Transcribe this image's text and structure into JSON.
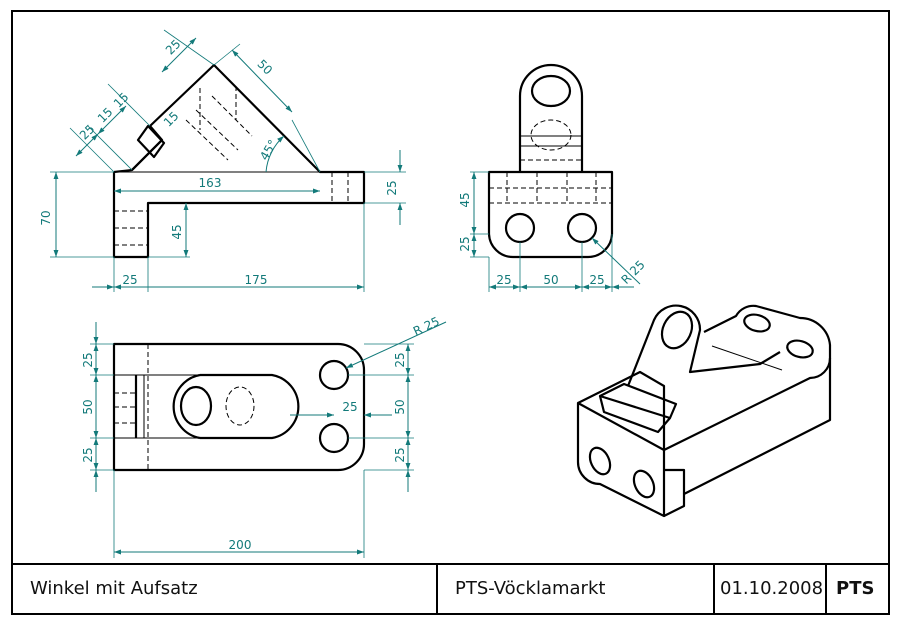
{
  "title_block": {
    "title": "Winkel mit Aufsatz",
    "school": "PTS-Vöcklamarkt",
    "date": "01.10.2008",
    "initials": "PTS"
  },
  "colors": {
    "dimension": "#137a7a",
    "outline": "#000000",
    "background": "#ffffff"
  },
  "dimensions": {
    "front": {
      "d25_a": "25",
      "d15_a": "15",
      "d15_b": "15",
      "d25_b": "25",
      "d50": "50",
      "angle": "45°",
      "d163": "163",
      "d25_right": "25",
      "d70": "70",
      "d45": "45",
      "d25_bottom": "25",
      "d175": "175"
    },
    "side": {
      "d45": "45",
      "d25_v": "25",
      "d25_l": "25",
      "d50": "50",
      "d25_r": "25",
      "radius": "R 25"
    },
    "top": {
      "radius": "R 25",
      "d25_l1": "25",
      "d50_l": "50",
      "d25_l2": "25",
      "d25_r1": "25",
      "d50_r": "50",
      "d25_r2": "25",
      "d25_mid": "25",
      "d200": "200"
    }
  }
}
